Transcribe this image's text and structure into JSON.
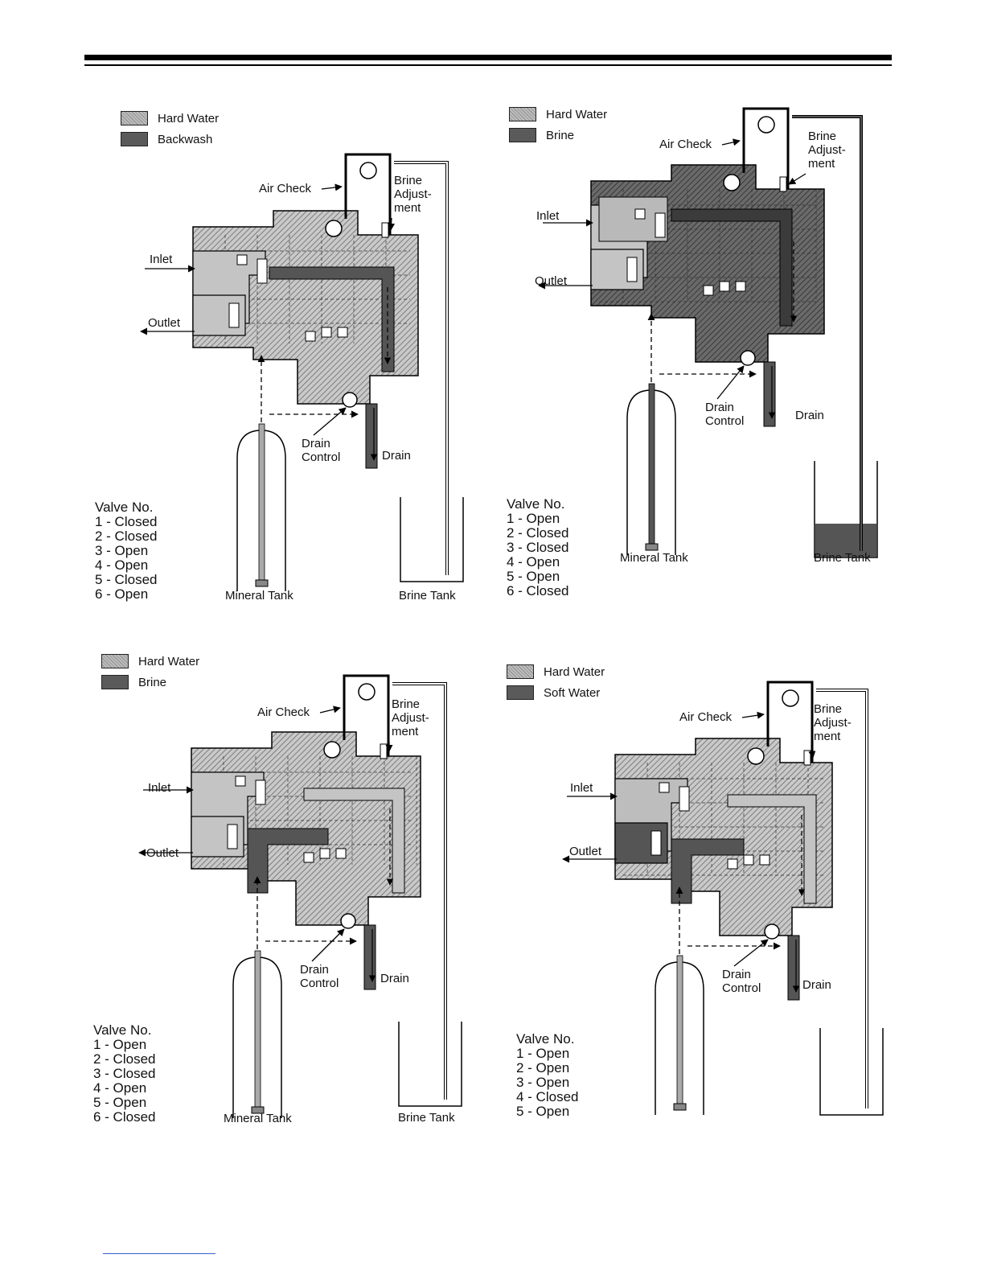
{
  "panels": [
    {
      "legend": [
        {
          "label": "Hard Water",
          "kind": "hard"
        },
        {
          "label": "Backwash",
          "kind": "dark"
        }
      ],
      "labels": {
        "air_check": "Air Check",
        "brine_adjustment": [
          "Brine",
          "Adjust-",
          "ment"
        ],
        "inlet": "Inlet",
        "outlet": "Outlet",
        "drain_control": [
          "Drain",
          "Control"
        ],
        "drain": "Drain",
        "mineral_tank": "Mineral Tank",
        "brine_tank": "Brine Tank"
      },
      "valve_title": "Valve No.",
      "valves": [
        "1 - Closed",
        "2 - Closed",
        "3 - Open",
        "4 - Open",
        "5 - Closed",
        "6 - Open"
      ]
    },
    {
      "legend": [
        {
          "label": "Hard Water",
          "kind": "hard"
        },
        {
          "label": "Brine",
          "kind": "dark"
        }
      ],
      "labels": {
        "air_check": "Air Check",
        "brine_adjustment": [
          "Brine",
          "Adjust-",
          "ment"
        ],
        "inlet": "Inlet",
        "outlet": "Outlet",
        "drain_control": [
          "Drain",
          "Control"
        ],
        "drain": "Drain",
        "mineral_tank": "Mineral Tank",
        "brine_tank": "Brine Tank"
      },
      "valve_title": "Valve No.",
      "valves": [
        "1 - Open",
        "2 - Closed",
        "3 - Closed",
        "4 - Open",
        "5 - Open",
        "6 - Closed"
      ]
    },
    {
      "legend": [
        {
          "label": "Hard Water",
          "kind": "hard"
        },
        {
          "label": "Brine",
          "kind": "dark"
        }
      ],
      "labels": {
        "air_check": "Air Check",
        "brine_adjustment": [
          "Brine",
          "Adjust-",
          "ment"
        ],
        "inlet": "Inlet",
        "outlet": "Outlet",
        "drain_control": [
          "Drain",
          "Control"
        ],
        "drain": "Drain",
        "mineral_tank": "Mineral Tank",
        "brine_tank": "Brine Tank"
      },
      "valve_title": "Valve No.",
      "valves": [
        "1 - Open",
        "2 - Closed",
        "3 - Closed",
        "4 - Open",
        "5 - Open",
        "6 - Closed"
      ]
    },
    {
      "legend": [
        {
          "label": "Hard Water",
          "kind": "hard"
        },
        {
          "label": "Soft Water",
          "kind": "dark"
        }
      ],
      "labels": {
        "air_check": "Air Check",
        "brine_adjustment": [
          "Brine",
          "Adjust-",
          "ment"
        ],
        "inlet": "Inlet",
        "outlet": "Outlet",
        "drain_control": [
          "Drain",
          "Control"
        ],
        "drain": "Drain",
        "mineral_tank": "",
        "brine_tank": ""
      },
      "valve_title": "Valve No.",
      "valves": [
        "1 - Open",
        "2 - Open",
        "3 - Open",
        "4 - Closed",
        "5 - Open"
      ]
    }
  ]
}
